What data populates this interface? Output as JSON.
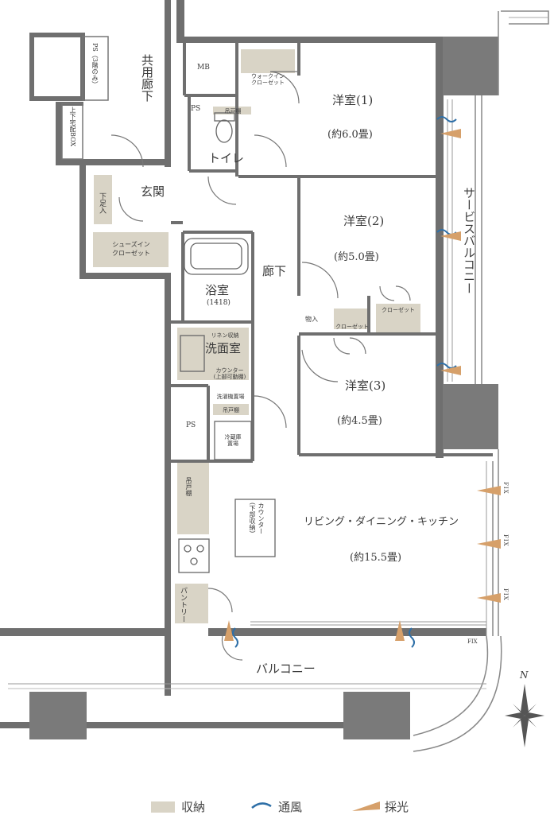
{
  "rooms": {
    "western1": {
      "name": "洋室(1)",
      "area": "(約6.0畳)"
    },
    "western2": {
      "name": "洋室(2)",
      "area": "(約5.0畳)"
    },
    "western3": {
      "name": "洋室(3)",
      "area": "(約4.5畳)"
    },
    "ldk": {
      "name": "リビング・ダイニング・キッチン",
      "area": "(約15.5畳)"
    },
    "bath": {
      "name": "浴室",
      "size": "(1418)"
    },
    "washroom": {
      "name": "洗面室"
    },
    "toilet": {
      "name": "トイレ"
    },
    "entrance": {
      "name": "玄関"
    },
    "corridor": {
      "name": "廊下"
    },
    "common_corridor": {
      "name": "共用廊下"
    },
    "balcony": {
      "name": "バルコニー"
    },
    "service_balcony": {
      "name": "サービスバルコニー"
    }
  },
  "storage": {
    "walk_in_closet": "ウォークイン\nクローゼット",
    "shoes_in_closet": "シューズイン\nクローゼット",
    "closet": "クローゼット",
    "closet2": "クローゼット",
    "monoire": "物入",
    "shoe_box": "下足入",
    "hanging_cabinet_toilet": "吊戸棚",
    "hanging_cabinet_wash": "吊戸棚",
    "hanging_cabinet_kitchen": "吊戸棚",
    "pantry": "パントリー",
    "linen": "リネン収納",
    "counter_wash": "カウンター\n(上部可動棚)",
    "laundry": "洗濯機置場",
    "fridge": "冷蔵庫\n置場",
    "counter_kitchen": "カウンター\n(下部収納)"
  },
  "utilities": {
    "mb": "MB",
    "ps_toilet": "PS",
    "ps_wash": "PS",
    "ps_top": "PS（3階のみ）",
    "delivery_box": "上下宅配BOX"
  },
  "fix_labels": [
    "FIX",
    "FIX",
    "FIX",
    "FIX"
  ],
  "compass": "N",
  "legend": {
    "storage": "収納",
    "ventilation": "通風",
    "daylight": "採光",
    "storage_color": "#d9d4c6",
    "ventilation_color": "#2e6fa7",
    "daylight_color": "#d6a06a"
  }
}
